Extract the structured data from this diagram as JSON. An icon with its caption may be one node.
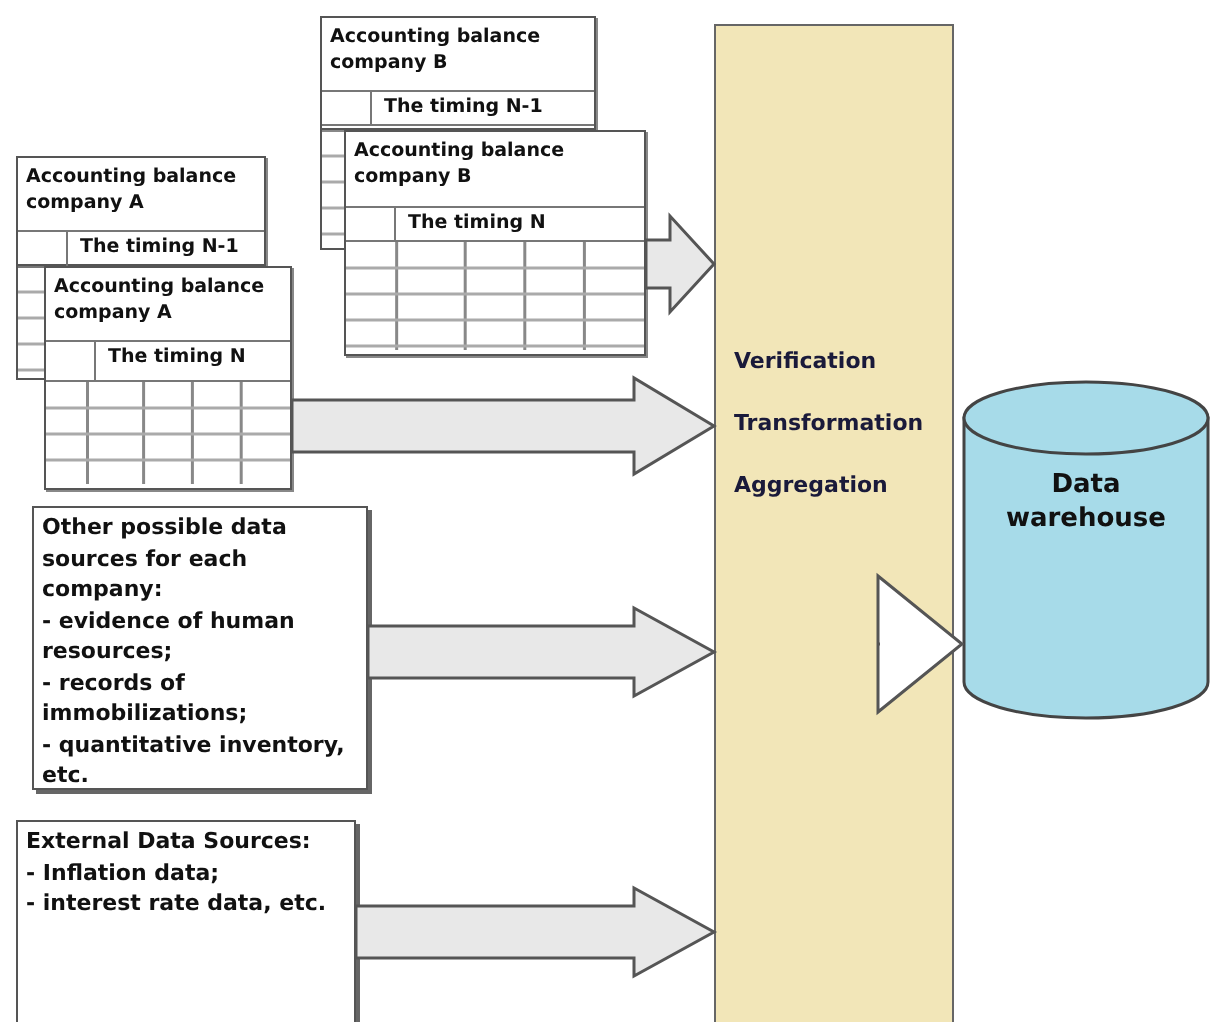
{
  "diagram": {
    "nodes": [
      {
        "text": [
          "Accounting balance company B",
          "The timing N-1"
        ]
      },
      {
        "text": [
          "Accounting balance company B",
          "The timing N"
        ]
      },
      {
        "text": [
          "Accounting balance company A",
          "The timing N-1"
        ]
      },
      {
        "text": [
          "Accounting balance company A",
          "The timing N"
        ]
      },
      {
        "text": [
          "Other possible data sources for each company:",
          "- evidence of human resources;",
          "- records of immobilizations;",
          "- quantitative inventory, etc."
        ]
      },
      {
        "text": [
          "External Data Sources:",
          "- Inflation data;",
          "- interest rate data, etc."
        ]
      },
      {
        "text": [
          "Verification",
          "Transformation",
          "Aggregation"
        ]
      },
      {
        "text": [
          "Data warehouse"
        ]
      }
    ],
    "edges": [
      {
        "from": 1,
        "to": 6,
        "arrow": "to"
      },
      {
        "from": 3,
        "to": 6,
        "arrow": "to"
      },
      {
        "from": 4,
        "to": 6,
        "arrow": "to"
      },
      {
        "from": 5,
        "to": 6,
        "arrow": "to"
      },
      {
        "from": 6,
        "to": 7,
        "arrow": "to",
        "color": "#ffffff"
      }
    ]
  }
}
